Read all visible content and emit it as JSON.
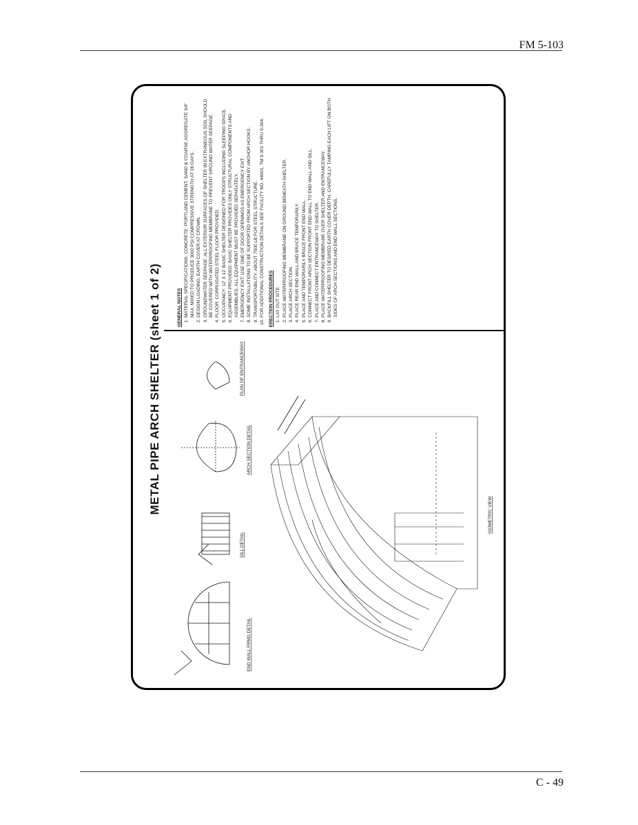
{
  "header": {
    "label": "FM 5-103"
  },
  "footer": {
    "label": "C - 49"
  },
  "sheet": {
    "title": "METAL PIPE ARCH SHELTER (sheet 1 of 2)",
    "notes": {
      "heading": "GENERAL NOTES",
      "items": [
        "MATERIAL SPECIFICATIONS: CONCRETE: PORTLAND CEMENT, SAND & COARSE AGGREGATE 3/4\" MAX. MIXED TO PRODUCE 3000 PSI COMPRESSIVE STRENGTH AT 28 DAYS.",
        "DESIGN LOADING: EARTH COVER AT CROWN.",
        "GROUNDWATER SEEPAGE: ALL EXTERIOR SURFACES OF SHELTER IN EXTRANEOUS SOIL SHOULD BE COVERED WITH WATERPROOFING MEMBRANE TO PREVENT GROUND WATER SEEPAGE.",
        "FLOOR: CORRUGATED STEEL FLOOR PROVIDED.",
        "OCCUPANCY: 12' X 12' BASIC SHELTER DESIGNED FOR TROOPS INCLUDING SLEEPING SPACE.",
        "EQUIPMENT PROVIDED: BASIC SHELTER PROVIDES ONLY STRUCTURAL COMPONENTS AND ASSEMBLIES. ALL EQUIPMENT MUST BE PROVIDED SEPARATELY.",
        "EMERGENCY EXIT: USE ONE OF DOOR OPENINGS AS EMERGENCY EXIT.",
        "SOME INSTALLATIONS TO BE SUPPORTED FROM ARCH SECTION BY ANCHOR HOOKS.",
        "TRANSPORTABILITY: ABOUT 7500 LB FOR STEEL STRUCTURE.",
        "FOR ADDITIONAL CONSTRUCTION DETAILS SEE FACILITY NO. 44001, TM 5-301 THRU 5-304."
      ],
      "erection_heading": "ERECTION PROCEDURES",
      "erection_items": [
        "LAY OUT SITE.",
        "PLACE WATERPROOFING MEMBRANE ON GROUND BENEATH SHELTER.",
        "PLACE ARCH SECTION.",
        "PLACE REAR END WALL AND BRACE TEMPORARILY.",
        "PLACE AND TEMPORARILY BRACE FRONT END WALL.",
        "CONNECT FRONT ARCH SECTION FRONT END WALL TO END WALL AND SILL.",
        "PLACE AND CONNECT ENTRANCEWAY TO SHELTER.",
        "PLACE WATERPROOFING MEMBRANE OVER SHELTER AND ENTRANCEWAY.",
        "BACKFILL SHELTER TO DESIRED EARTH COVER DEPTH, CAREFULLY TAMPING EACH LIFT ON BOTH SIDES OF ARCH SECTIONS AND END WALL SECTIONS."
      ]
    },
    "drawing_labels": {
      "end_wall": "END WALL FRMG DETAIL",
      "sill": "SILL DETAIL",
      "arch": "ARCH SECTION DETAIL",
      "plan": "PLAN OF ENTRANCEWAY",
      "iso": "ISOMETRIC VIEW"
    }
  }
}
